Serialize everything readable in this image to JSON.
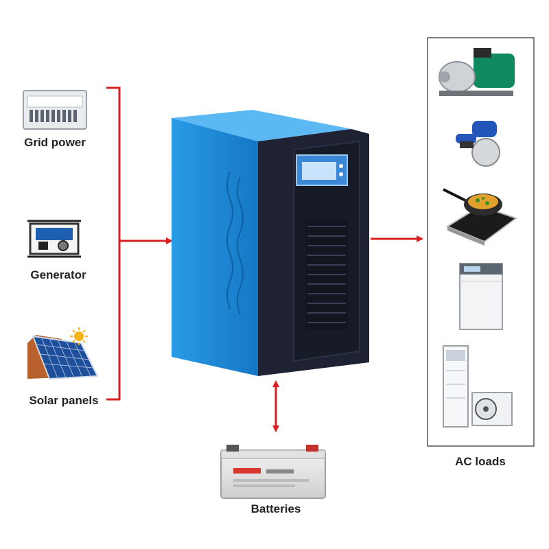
{
  "sources": [
    {
      "label": "Grid power",
      "icon": "grid-panel-icon"
    },
    {
      "label": "Generator",
      "icon": "generator-icon"
    },
    {
      "label": "Solar panels",
      "icon": "solar-panel-icon"
    }
  ],
  "storage": {
    "label": "Batteries",
    "icon": "battery-icon"
  },
  "loads": {
    "label": "AC loads",
    "items": [
      "water-pump-icon",
      "angle-grinder-icon",
      "induction-cooker-icon",
      "washing-machine-icon",
      "air-conditioner-icon"
    ]
  },
  "colors": {
    "arrow": "#d91f1f",
    "inverter_blue": "#1f8fdc",
    "inverter_front": "#1e2233"
  }
}
